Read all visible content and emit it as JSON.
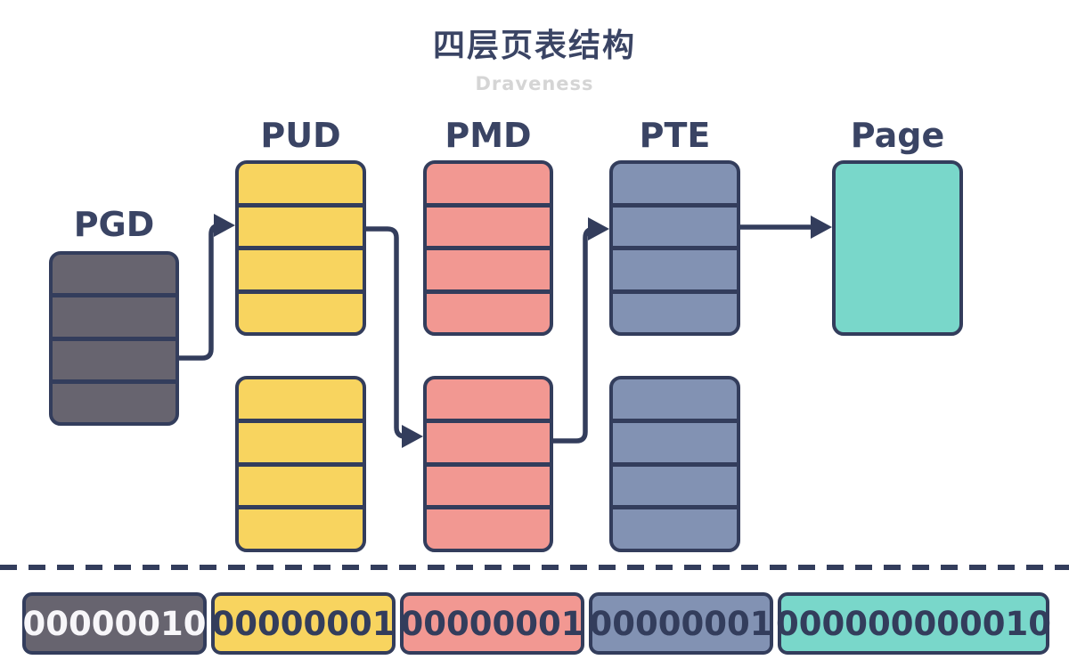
{
  "title": "四层页表结构",
  "watermark": "Draveness",
  "diagram": {
    "levels": [
      {
        "id": "pgd",
        "label": "PGD",
        "color": "#67646F",
        "rows": 4,
        "table_count": 1
      },
      {
        "id": "pud",
        "label": "PUD",
        "color": "#F8D45F",
        "rows": 4,
        "table_count": 2
      },
      {
        "id": "pmd",
        "label": "PMD",
        "color": "#F29892",
        "rows": 4,
        "table_count": 2
      },
      {
        "id": "pte",
        "label": "PTE",
        "color": "#8292B3",
        "rows": 4,
        "table_count": 2
      },
      {
        "id": "page",
        "label": "Page",
        "color": "#79D7CA",
        "rows": 1,
        "table_count": 1
      }
    ]
  },
  "address_bits": {
    "segments": [
      {
        "level": "PGD",
        "value": "00000010",
        "fill": "#67646F",
        "text_color": "#FFFFFF"
      },
      {
        "level": "PUD",
        "value": "00000001",
        "fill": "#F8D45F",
        "text_color": "#333D5C"
      },
      {
        "level": "PMD",
        "value": "00000001",
        "fill": "#F29892",
        "text_color": "#333D5C"
      },
      {
        "level": "PTE",
        "value": "00000001",
        "fill": "#8292B3",
        "text_color": "#333D5C"
      },
      {
        "level": "page-offset",
        "value": "000000000010",
        "fill": "#79D7CA",
        "text_color": "#333D5C"
      }
    ]
  },
  "colors": {
    "line": "#333D5C",
    "label_text": "#3A4464",
    "background": "#FFFFFF",
    "watermark_text": "#D5D5D5"
  }
}
